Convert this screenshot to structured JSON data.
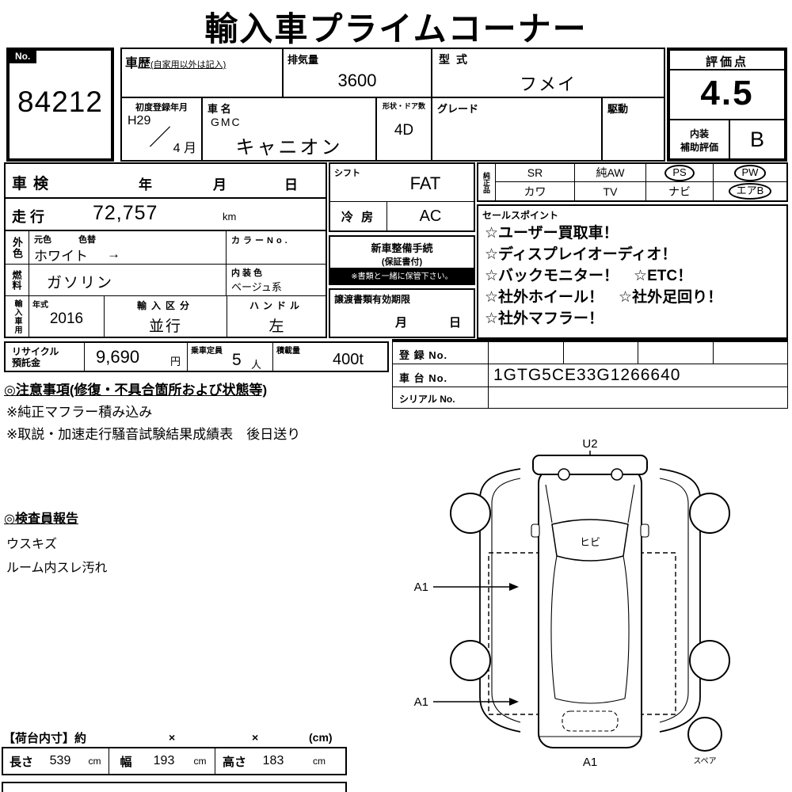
{
  "title": "輸入車プライムコーナー",
  "no_box": {
    "label": "No.",
    "value": "84212"
  },
  "header": {
    "shareki_label": "車歴",
    "shareki_note": "(自家用以外は記入)",
    "haikiryo_label": "排気量",
    "haikiryo_value": "3600",
    "katashiki_label": "型式",
    "katashiki_value": "フメイ",
    "shodo_label": "初度登録年月",
    "shodo_year": "H29",
    "shodo_slash": "／",
    "shodo_month": "4 月",
    "shamei_label": "車 名",
    "maker": "GMC",
    "model": "キャニオン",
    "keijo_label": "形状・ドア数",
    "keijo_value": "4D",
    "grade_label": "グレード",
    "kudo_label": "駆動"
  },
  "rating": {
    "label": "評価点",
    "score": "4.5",
    "interior_label_1": "内装",
    "interior_label_2": "補助評価",
    "interior_score": "B"
  },
  "left_table": {
    "shaken_label": "車検",
    "year": "年",
    "month": "月",
    "day": "日",
    "soko_label": "走行",
    "soko_value": "72,757",
    "soko_unit": "km",
    "gaishoku_label": "外色",
    "motoiro_label": "元色",
    "irokae_label": "色替",
    "color_value": "ホワイト",
    "color_arrow": "→",
    "color_no_label": "カラーNo.",
    "nenryo_label": "燃料",
    "nenryo_value": "ガソリン",
    "naisoshoku_label": "内装色",
    "naisoshoku_value": "ベージュ系",
    "yunyu_label": "輸入車用",
    "nenshiki_label": "年式",
    "nenshiki_value": "2016",
    "kubun_label": "輸入区分",
    "kubun_value": "並行",
    "handle_label": "ハンドル",
    "handle_value": "左"
  },
  "middle": {
    "shift_label": "シフト",
    "shift_value": "FAT",
    "reibo_label": "冷 房",
    "reibo_value": "AC",
    "seibi_line1": "新車整備手続",
    "seibi_line2": "(保証書付)",
    "seibi_note": "※書類と一緒に保管下さい。",
    "joto_label": "譲渡書類有効期限",
    "joto_month": "月",
    "joto_day": "日"
  },
  "junsei": {
    "label": "純正品",
    "items": [
      {
        "label": "SR"
      },
      {
        "label": "純AW"
      },
      {
        "label": "PS"
      },
      {
        "label": "PW"
      },
      {
        "label": "カワ"
      },
      {
        "label": "TV"
      },
      {
        "label": "ナビ"
      },
      {
        "label": "エアB"
      }
    ]
  },
  "sales": {
    "label": "セールスポイント",
    "items": [
      "☆ユーザー買取車！",
      "☆ディスプレイオーディオ！",
      "☆バックモニター！　☆ETC！",
      "☆社外ホイール！　☆社外足回り！",
      "☆社外マフラー！"
    ]
  },
  "recycle": {
    "label_1": "リサイクル",
    "label_2": "預託金",
    "value": "9,690",
    "unit": "円",
    "teiin_label": "乗車定員",
    "teiin_value": "5",
    "teiin_unit": "人",
    "sekisai_label": "積載量",
    "sekisai_value": "400t"
  },
  "registration": {
    "toroku_label": "登 録 No.",
    "shadai_label": "車 台 No.",
    "shadai_value": "1GTG5CE33G1266640",
    "serial_label": "シリアル No."
  },
  "notes": {
    "heading": "◎注意事項(修復・不具合箇所および状態等)",
    "line1": "※純正マフラー積み込み",
    "line2": "※取説・加速走行騒音試験結果成績表　後日送り"
  },
  "inspector": {
    "heading": "◎検査員報告",
    "line1": "ウスキズ",
    "line2": "ルーム内スレ汚れ"
  },
  "diagram": {
    "u2": "U2",
    "hibi": "ヒビ",
    "a1_upper": "A1",
    "a1_lower": "A1",
    "a1_bottom": "A1",
    "spare": "スペア"
  },
  "cargo": {
    "heading": "【荷台内寸】約",
    "x1": "×",
    "x2": "×",
    "unit": "(cm)",
    "length_label": "長さ",
    "length_value": "539",
    "length_unit": "cm",
    "width_label": "幅",
    "width_value": "193",
    "width_unit": "cm",
    "height_label": "高さ",
    "height_value": "183",
    "height_unit": "cm"
  }
}
